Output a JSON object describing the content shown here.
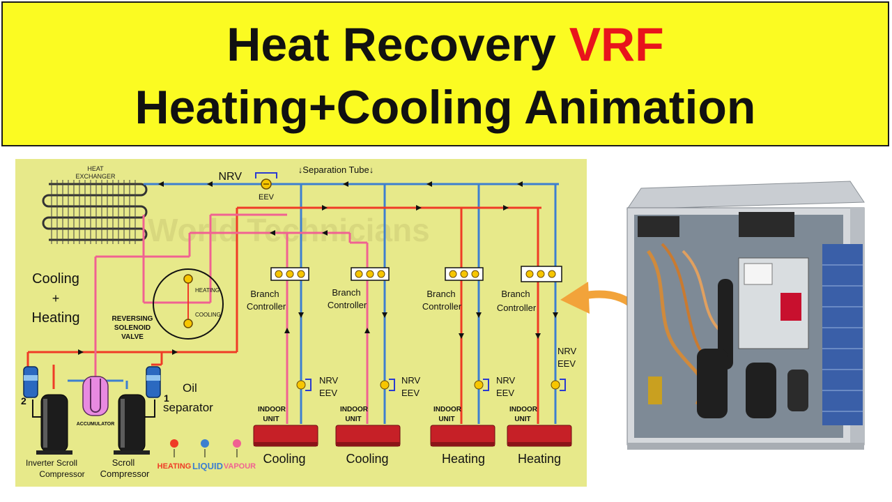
{
  "title": {
    "line1_prefix": "Heat Recovery",
    "line1_accent": "VRF",
    "line2": "Heating+Cooling Animation"
  },
  "colors": {
    "banner_bg": "#fbfb22",
    "accent": "#e8141c",
    "diagram_bg": "#e7e98a",
    "heating_line": "#ef3b26",
    "liquid_line": "#3d7fd0",
    "vapour_line": "#f06292",
    "indoor_unit": "#c62027",
    "arrow": "#f2a33a"
  },
  "diagram": {
    "watermark": "World Technicians",
    "heat_exchanger": [
      "HEAT",
      "EXCHANGER"
    ],
    "nrv_top": "NRV",
    "eev_top": "EEV",
    "separation_tube": "↓Separation Tube↓",
    "mode_label": [
      "Cooling",
      "+",
      "Heating"
    ],
    "reversing_valve": [
      "REVERSING",
      "SOLENOID",
      "VALVE"
    ],
    "valve_heating": "HEATING",
    "valve_cooling": "COOLING",
    "oil_separator": [
      "Oil",
      "separator"
    ],
    "num_left": "2",
    "num_right": "1",
    "accumulator": "ACCUMULATOR",
    "compressor_left": [
      "Inverter Scroll",
      "Compressor"
    ],
    "compressor_right": [
      "Scroll",
      "Compressor"
    ],
    "legend": [
      {
        "label": "HEATING",
        "color": "#ef3b26"
      },
      {
        "label": "LIQUID",
        "color": "#3d7fd0"
      },
      {
        "label": "VAPOUR",
        "color": "#f06292"
      }
    ],
    "branch_controller": [
      "Branch",
      "Controller"
    ],
    "indoor_unit": [
      "INDOOR",
      "UNIT"
    ],
    "valve_nrv": "NRV",
    "valve_eev": "EEV",
    "indoor_modes": [
      "Cooling",
      "Cooling",
      "Heating",
      "Heating"
    ]
  }
}
